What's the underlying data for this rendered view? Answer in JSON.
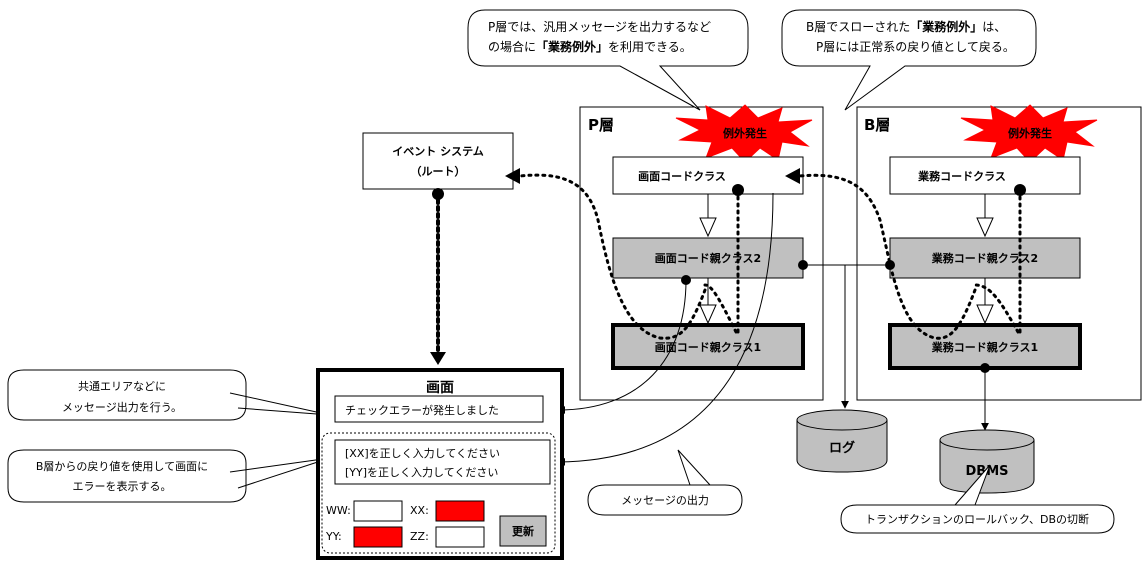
{
  "callouts": {
    "p_note_line1": "P層では、汎用メッセージを出力するなど",
    "p_note_line2_prefix": "の場合に",
    "p_note_line2_bold": "「業務例外」",
    "p_note_line2_suffix": "を利用できる。",
    "b_note_line1_prefix": "B層でスローされた",
    "b_note_line1_bold": "「業務例外」",
    "b_note_line1_suffix": "は、",
    "b_note_line2": "P層には正常系の戻り値として戻る。",
    "common_area_line1": "共通エリアなどに",
    "common_area_line2": "メッセージ出力を行う。",
    "b_return_line1": "B層からの戻り値を使用して画面に",
    "b_return_line2": "エラーを表示する。",
    "message_output": "メッセージの出力",
    "rollback": "トランザクションのロールバック、DBの切断"
  },
  "event_system": {
    "line1": "イベント システム",
    "line2": "（ルート）"
  },
  "p_layer": {
    "title": "P層",
    "exception": "例外発生",
    "class_top": "画面コードクラス",
    "class_mid": "画面コード親クラス2",
    "class_bottom": "画面コード親クラス1"
  },
  "b_layer": {
    "title": "B層",
    "exception": "例外発生",
    "class_top": "業務コードクラス",
    "class_mid": "業務コード親クラス2",
    "class_bottom": "業務コード親クラス1"
  },
  "storage": {
    "log": "ログ",
    "dbms": "DBMS"
  },
  "screen": {
    "title": "画面",
    "error_message": "チェックエラーが発生しました",
    "detail_line1": "[XX]を正しく入力してください",
    "detail_line2": "[YY]を正しく入力してください",
    "field_ww": "WW:",
    "field_xx": "XX:",
    "field_yy": "YY:",
    "field_zz": "ZZ:",
    "update_button": "更新"
  },
  "colors": {
    "star": "#ff0000",
    "class_gray": "#c0c0c0",
    "error_field": "#ff0000",
    "cylinder": "#c0c0c0"
  }
}
